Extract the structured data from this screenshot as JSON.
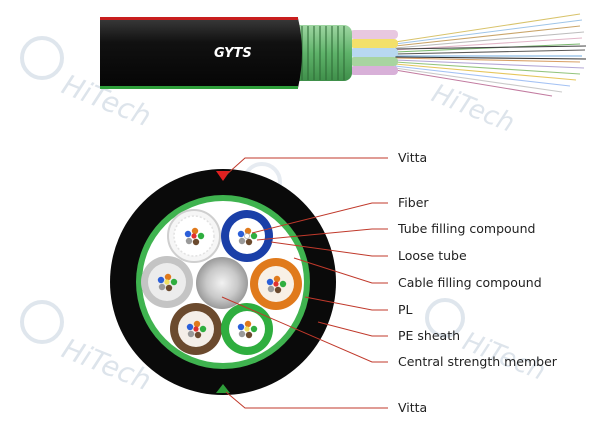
{
  "cable_marking": "GYTS",
  "watermark": "HiTech",
  "labels": {
    "vitta_top": "Vitta",
    "fiber": "Fiber",
    "tube_filling_compound": "Tube filling compound",
    "loose_tube": "Loose tube",
    "cable_filling_compound": "Cable filling compound",
    "pl": "PL",
    "pe_sheath": "PE sheath",
    "central_strength_member": "Central strength member",
    "vitta_bottom": "Vitta"
  },
  "colors": {
    "sheath": "#0a0a0a",
    "armor_green": "#33b24a",
    "leader_line": "#c0392b",
    "vitta_marker_top": "#e02020",
    "vitta_marker_bottom": "#2e9e3a",
    "tube_blue": "#1a3fa8",
    "tube_orange": "#e07a1c",
    "tube_green": "#2fae3f",
    "tube_brown": "#6b4a2e",
    "tube_grey": "#b8b8b8",
    "tube_white": "#f4f4f4"
  }
}
